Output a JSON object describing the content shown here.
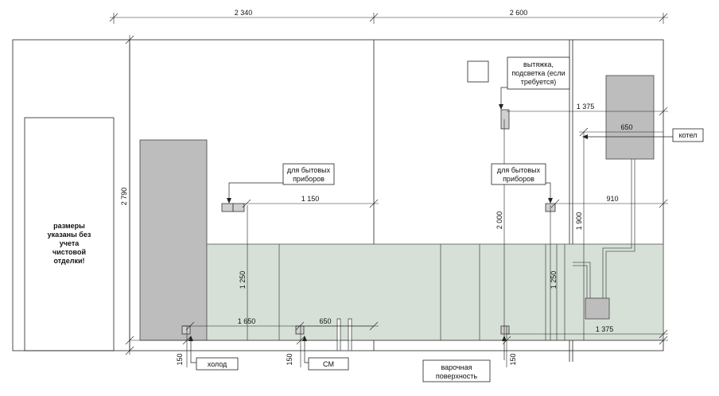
{
  "dimensions": {
    "top_left": "2 340",
    "top_right": "2 600",
    "height_total": "2 790",
    "socket_left_h": "1 150",
    "socket_left_v": "1 250",
    "bottom_1650": "1 650",
    "bottom_650": "650",
    "left_150": "150",
    "left2_150": "150",
    "stove_v": "2 000",
    "socket_right_v": "1 250",
    "right_150": "150",
    "hood_1375": "1 375",
    "boiler_650": "650",
    "socket_right_910": "910",
    "boiler_v_1900": "1 900",
    "bottom_right_1375": "1 375"
  },
  "labels": {
    "note": [
      "размеры",
      "указаны без",
      "учета",
      "чистовой",
      "отделки!"
    ],
    "hood": [
      "вытяжка,",
      "подсветка (если",
      "требуется)"
    ],
    "appliance_left": [
      "для бытовых",
      "приборов"
    ],
    "appliance_right": [
      "для бытовых",
      "приборов"
    ],
    "boiler": "котел",
    "cold": "холод",
    "sm": "СМ",
    "stove": [
      "варочная",
      "поверхность"
    ]
  },
  "colors": {
    "cabinet_fill": "#d6e0d6",
    "tall_unit_fill": "#bdbdbd",
    "boiler_fill": "#bdbdbd",
    "line": "#222222"
  }
}
